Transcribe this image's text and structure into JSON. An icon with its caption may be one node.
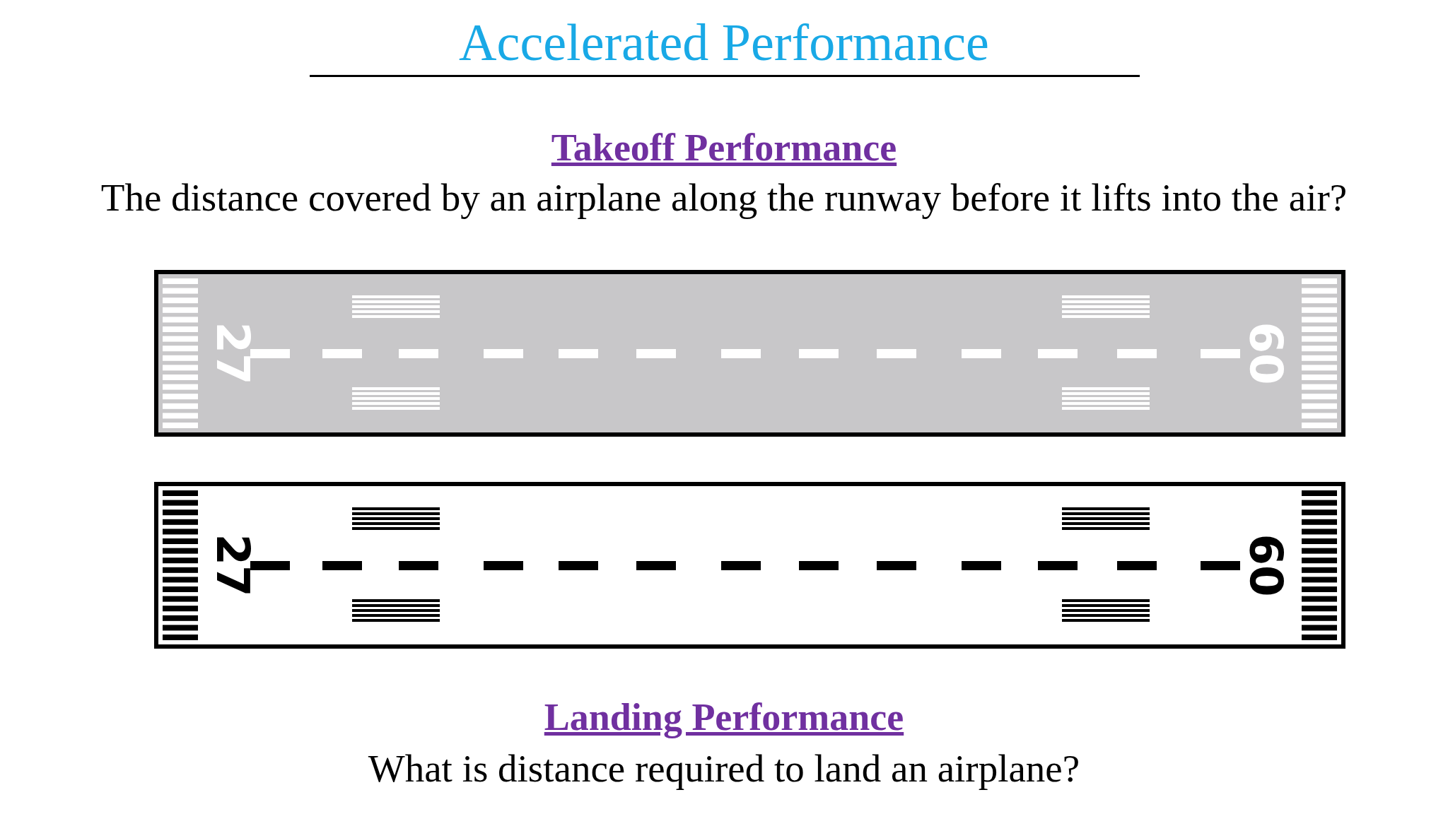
{
  "diagram": {
    "title": "Accelerated Performance",
    "nodes": [
      {
        "text": [
          "27",
          "09"
        ]
      },
      {
        "text": [
          "27",
          "09"
        ]
      }
    ],
    "labels": [
      "Takeoff Performance",
      "The distance covered by an airplane along the runway before it lifts into the air?",
      "Landing Performance",
      "What is distance required to land an airplane?"
    ]
  }
}
